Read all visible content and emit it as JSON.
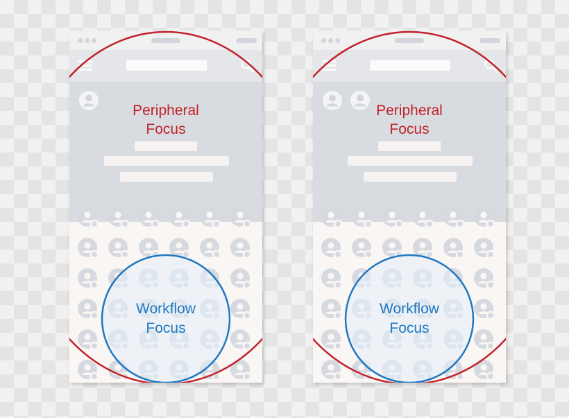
{
  "panels": [
    {
      "id": "left",
      "peripheral_label": "Peripheral\nFocus",
      "workflow_label": "Workflow\nFocus",
      "avatar_count": 1
    },
    {
      "id": "right",
      "peripheral_label": "Peripheral\nFocus",
      "workflow_label": "Workflow\nFocus",
      "avatar_count": 2
    }
  ],
  "colors": {
    "peripheral": "#c0232a",
    "workflow": "#1f78c2",
    "workflow_fill": "#e4eff9",
    "placeholder": "#d2d6dc"
  },
  "icons": {
    "menu": "hamburger-icon",
    "search": "magnifier-icon",
    "avatar": "user-avatar-icon",
    "contact": "contact-status-icon"
  }
}
